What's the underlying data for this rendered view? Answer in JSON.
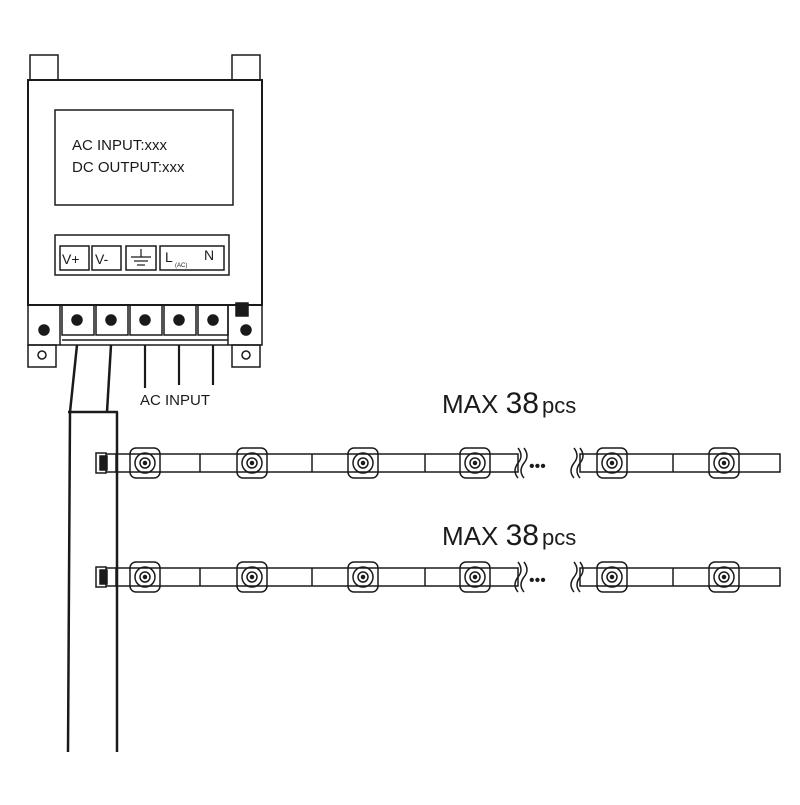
{
  "power_supply": {
    "label_line_1": "AC INPUT:xxx",
    "label_line_2": "DC OUTPUT:xxx",
    "terminals": {
      "v_plus": "V+",
      "v_minus": "V-",
      "ground_icon": "ground-icon",
      "line": "L",
      "line_sub": "(AC)",
      "neutral": "N"
    }
  },
  "ac_input_label": "AC INPUT",
  "strings": [
    {
      "prefix": "MAX ",
      "count": "38",
      "suffix": "pcs",
      "ellipsis": "•••"
    },
    {
      "prefix": "MAX ",
      "count": "38",
      "suffix": "pcs",
      "ellipsis": "•••"
    }
  ],
  "colors": {
    "line": "#1a1a1a",
    "background": "#ffffff"
  }
}
